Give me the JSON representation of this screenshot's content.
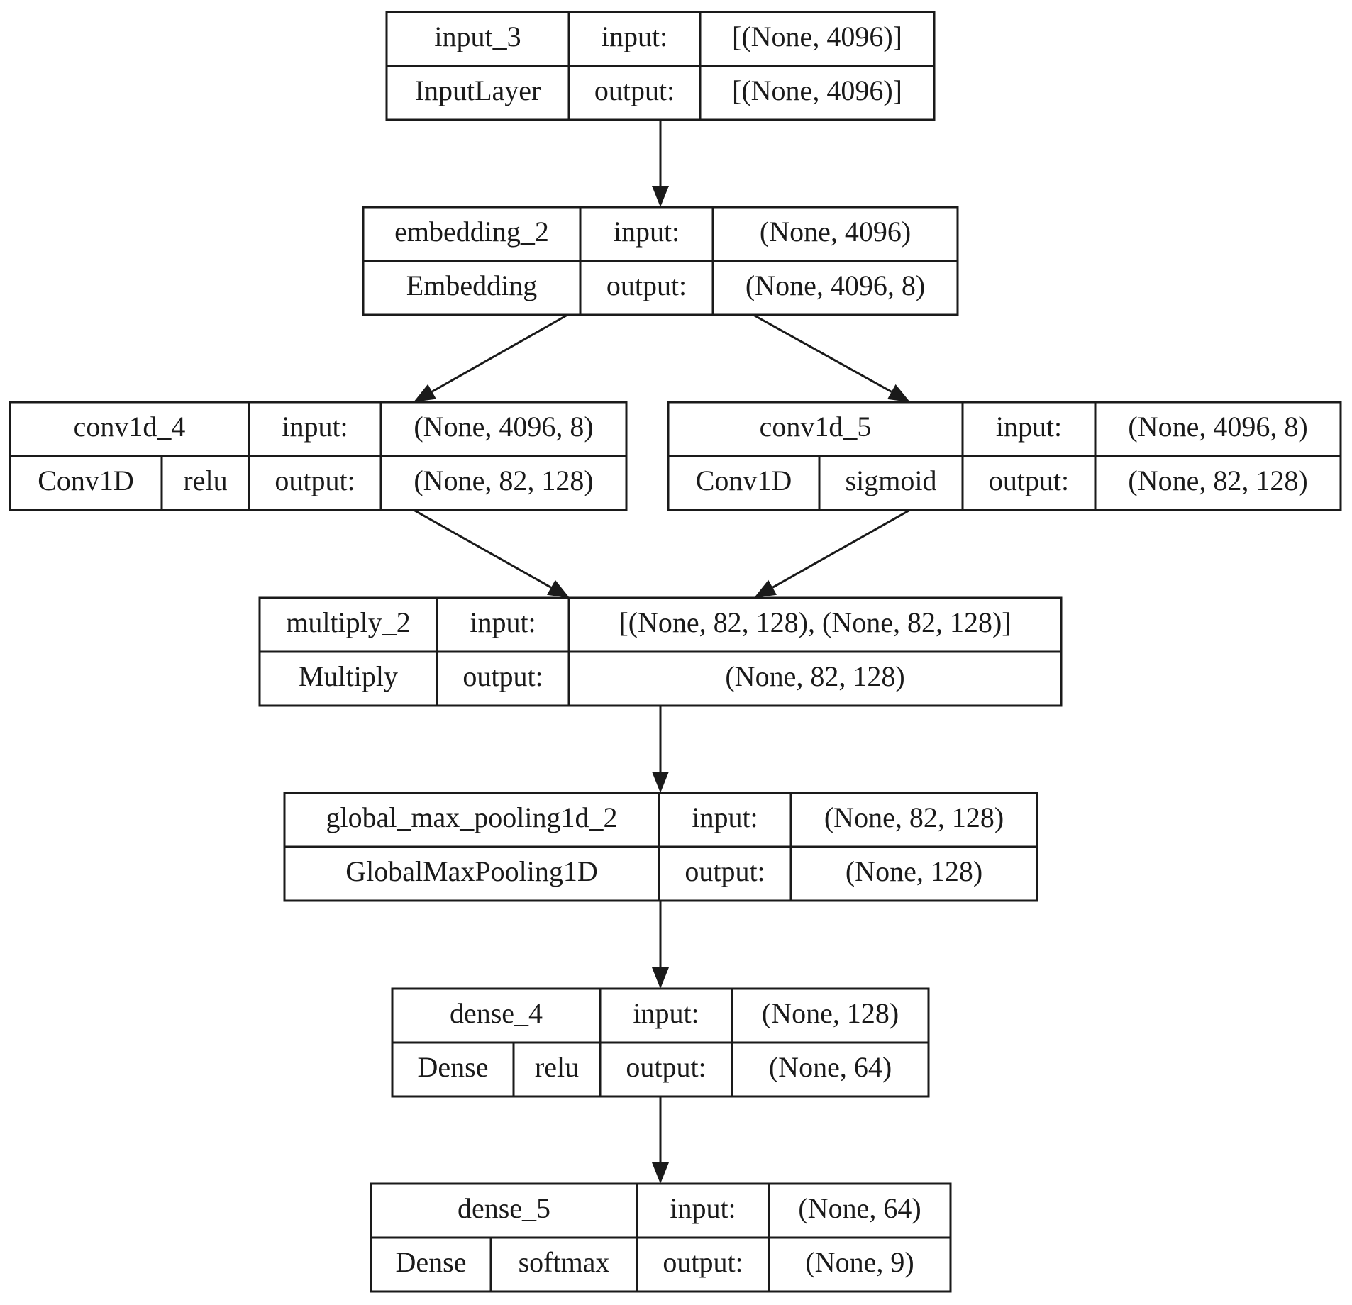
{
  "nodes": [
    {
      "id": "input_3",
      "name": "input_3",
      "type": "InputLayer",
      "activation": "",
      "input_label": "input:",
      "input_shape": "[(None, 4096)]",
      "output_label": "output:",
      "output_shape": "[(None, 4096)]"
    },
    {
      "id": "embedding_2",
      "name": "embedding_2",
      "type": "Embedding",
      "activation": "",
      "input_label": "input:",
      "input_shape": "(None, 4096)",
      "output_label": "output:",
      "output_shape": "(None, 4096, 8)"
    },
    {
      "id": "conv1d_4",
      "name": "conv1d_4",
      "type": "Conv1D",
      "activation": "relu",
      "input_label": "input:",
      "input_shape": "(None, 4096, 8)",
      "output_label": "output:",
      "output_shape": "(None, 82, 128)"
    },
    {
      "id": "conv1d_5",
      "name": "conv1d_5",
      "type": "Conv1D",
      "activation": "sigmoid",
      "input_label": "input:",
      "input_shape": "(None, 4096, 8)",
      "output_label": "output:",
      "output_shape": "(None, 82, 128)"
    },
    {
      "id": "multiply_2",
      "name": "multiply_2",
      "type": "Multiply",
      "activation": "",
      "input_label": "input:",
      "input_shape": "[(None, 82, 128), (None, 82, 128)]",
      "output_label": "output:",
      "output_shape": "(None, 82, 128)"
    },
    {
      "id": "global_max_pooling1d_2",
      "name": "global_max_pooling1d_2",
      "type": "GlobalMaxPooling1D",
      "activation": "",
      "input_label": "input:",
      "input_shape": "(None, 82, 128)",
      "output_label": "output:",
      "output_shape": "(None, 128)"
    },
    {
      "id": "dense_4",
      "name": "dense_4",
      "type": "Dense",
      "activation": "relu",
      "input_label": "input:",
      "input_shape": "(None, 128)",
      "output_label": "output:",
      "output_shape": "(None, 64)"
    },
    {
      "id": "dense_5",
      "name": "dense_5",
      "type": "Dense",
      "activation": "softmax",
      "input_label": "input:",
      "input_shape": "(None, 64)",
      "output_label": "output:",
      "output_shape": "(None, 9)"
    }
  ],
  "edges": [
    {
      "from": "input_3",
      "to": "embedding_2"
    },
    {
      "from": "embedding_2",
      "to": "conv1d_4"
    },
    {
      "from": "embedding_2",
      "to": "conv1d_5"
    },
    {
      "from": "conv1d_4",
      "to": "multiply_2"
    },
    {
      "from": "conv1d_5",
      "to": "multiply_2"
    },
    {
      "from": "multiply_2",
      "to": "global_max_pooling1d_2"
    },
    {
      "from": "global_max_pooling1d_2",
      "to": "dense_4"
    },
    {
      "from": "dense_4",
      "to": "dense_5"
    }
  ]
}
